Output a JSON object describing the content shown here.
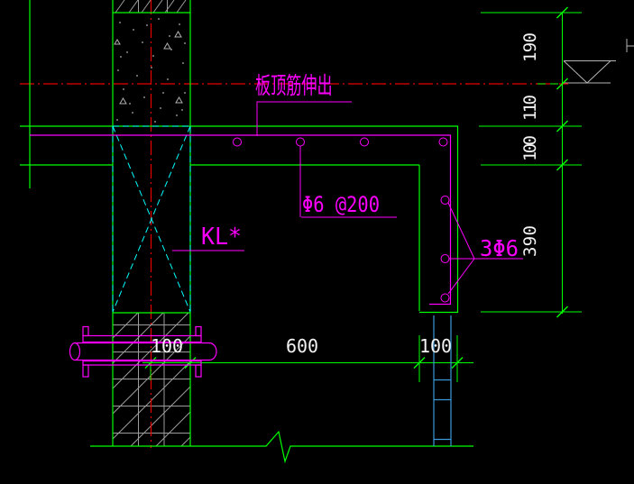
{
  "canvas": {
    "width": "703",
    "height": "537",
    "background": "#000000"
  },
  "colors": {
    "structure_outline": "#00ff00",
    "rebar": "#ff00ff",
    "centerline": "#e80000",
    "beam_cross_marker": "#00ffff",
    "hatch": "#9c9c9c",
    "dimension_text": "#f2f2f2",
    "downpipe": "#3a9ad9"
  },
  "labels": {
    "slab_top_rebar_note": "板顶筋伸出",
    "distribution_bar_note": "Φ6 @200",
    "beam_label": "KL*",
    "edge_bar_note": "3Φ6"
  },
  "dimensions": {
    "right": [
      "190",
      "110",
      "100",
      "390"
    ],
    "bottom": [
      "100",
      "600",
      "100"
    ]
  }
}
